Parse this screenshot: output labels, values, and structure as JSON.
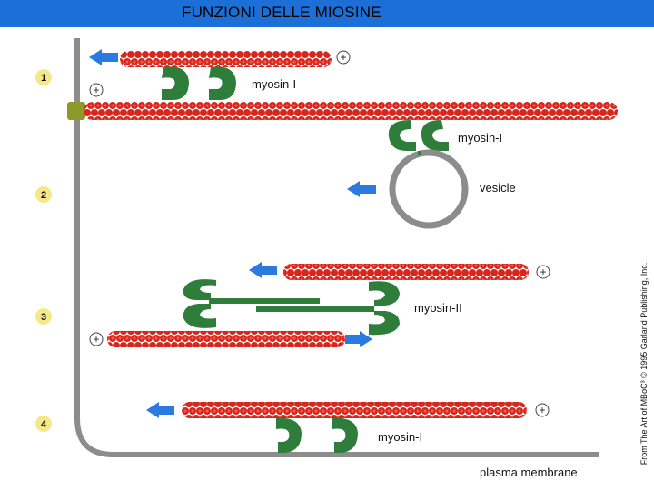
{
  "title": "FUNZIONI DELLE MIOSINE",
  "credit": "From The Art of MBoC³ © 1995 Garland Publishing, Inc.",
  "panels": [
    {
      "number": "1",
      "labels": [
        "myosin-I",
        "myosin-I"
      ]
    },
    {
      "number": "2",
      "labels": [
        "vesicle"
      ]
    },
    {
      "number": "3",
      "labels": [
        "myosin-II"
      ]
    },
    {
      "number": "4",
      "labels": [
        "myosin-I"
      ]
    }
  ],
  "plus_sign": "+",
  "membrane_label": "plasma membrane",
  "colors": {
    "titlebar": "#1c6fd6",
    "actin": "#d9261c",
    "myosin": "#2e7d3a",
    "arrow": "#2a7ae2",
    "membrane": "#8c8c8c",
    "badge": "#f4e98a"
  },
  "icons": [
    "plus-end-icon",
    "direction-arrow-icon",
    "panel-number-badge"
  ]
}
